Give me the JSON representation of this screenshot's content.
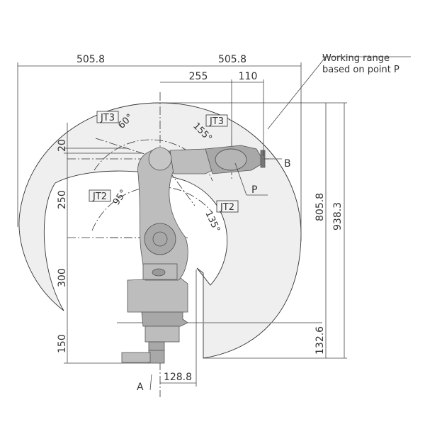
{
  "dimensions": {
    "left_reach": "505.8",
    "right_reach": "505.8",
    "upper_arm_length": "255",
    "wrist_offset": "110",
    "offset_20": "20",
    "forearm_250": "250",
    "lower_arm_300": "300",
    "base_150": "150",
    "height_805": "805.8",
    "height_938": "938.3",
    "bottom_132": "132.6",
    "base_offset": "128.8"
  },
  "annotations": {
    "working_range_line1": "Working range",
    "working_range_line2": "based on point P",
    "point_p": "P",
    "point_b": "B",
    "point_a": "A"
  },
  "joints": [
    {
      "label": "JT3",
      "angle": "60°"
    },
    {
      "label": "JT3",
      "angle": "155°"
    },
    {
      "label": "JT2",
      "angle": "95°"
    },
    {
      "label": "JT2",
      "angle": "135°"
    }
  ],
  "colors": {
    "range_fill": "#efefef",
    "robot": "#bdbdbd"
  }
}
